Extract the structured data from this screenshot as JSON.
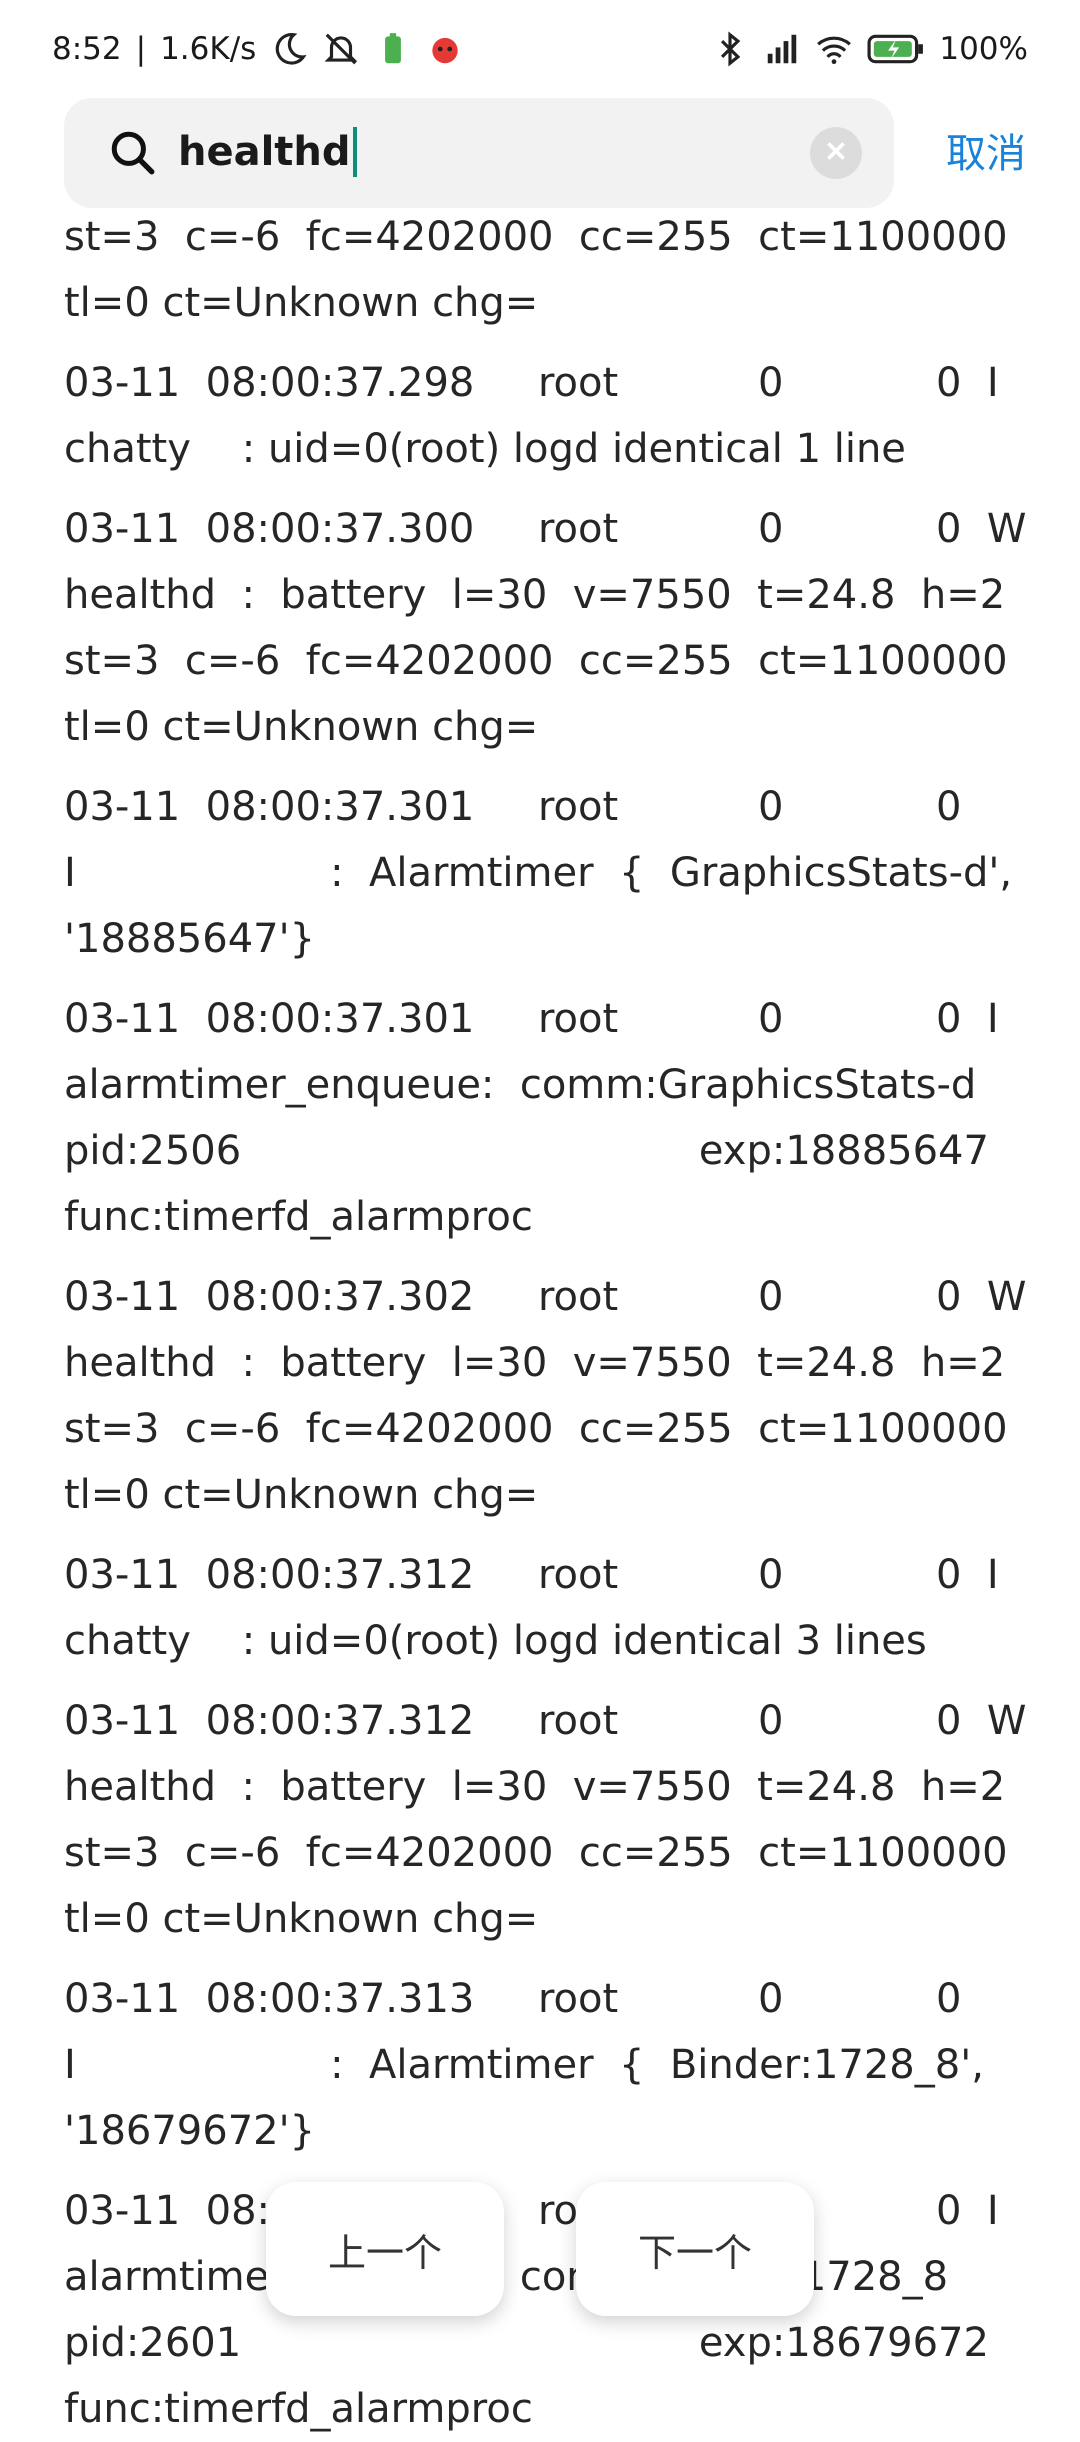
{
  "status_bar": {
    "time": "8:52",
    "speed": "1.6K/s",
    "battery": "100%",
    "icons": [
      "moon-icon",
      "muted-bell-icon",
      "battery-app-icon",
      "app-icon",
      "bluetooth-icon",
      "hd-signal-icon",
      "wifi-icon",
      "charging-battery-icon"
    ]
  },
  "search": {
    "query": "healthd",
    "cancel_label": "取消"
  },
  "log": {
    "lines": [
      "st=3  c=-6  fc=4202000  cc=255  ct=1100000",
      "tl=0 ct=Unknown chg=",
      "03-11  08:00:37.298     root           0            0  I",
      "chatty    : uid=0(root) logd identical 1 line",
      "03-11  08:00:37.300     root           0            0  W",
      "healthd  :  battery  l=30  v=7550  t=24.8  h=2",
      "st=3  c=-6  fc=4202000  cc=255  ct=1100000",
      "tl=0 ct=Unknown chg=",
      "03-11  08:00:37.301     root           0            0",
      "I                    :  Alarmtimer  {  GraphicsStats-d',",
      "'18885647'}",
      "03-11  08:00:37.301     root           0            0  I",
      "alarmtimer_enqueue:  comm:GraphicsStats-d",
      "pid:2506                                    exp:18885647",
      "func:timerfd_alarmproc",
      "03-11  08:00:37.302     root           0            0  W",
      "healthd  :  battery  l=30  v=7550  t=24.8  h=2",
      "st=3  c=-6  fc=4202000  cc=255  ct=1100000",
      "tl=0 ct=Unknown chg=",
      "03-11  08:00:37.312     root           0            0  I",
      "chatty    : uid=0(root) logd identical 3 lines",
      "03-11  08:00:37.312     root           0            0  W",
      "healthd  :  battery  l=30  v=7550  t=24.8  h=2",
      "st=3  c=-6  fc=4202000  cc=255  ct=1100000",
      "tl=0 ct=Unknown chg=",
      "03-11  08:00:37.313     root           0            0",
      "I                    :  Alarmtimer  {  Binder:1728_8',",
      "'18679672'}",
      "03-11  08:00:37.313     root           0            0  I",
      "alarmtimer_enqueue:  comm:Binder:1728_8",
      "pid:2601                                    exp:18679672",
      "func:timerfd_alarmproc"
    ]
  },
  "nav": {
    "prev_label": "上一个",
    "next_label": "下一个"
  }
}
